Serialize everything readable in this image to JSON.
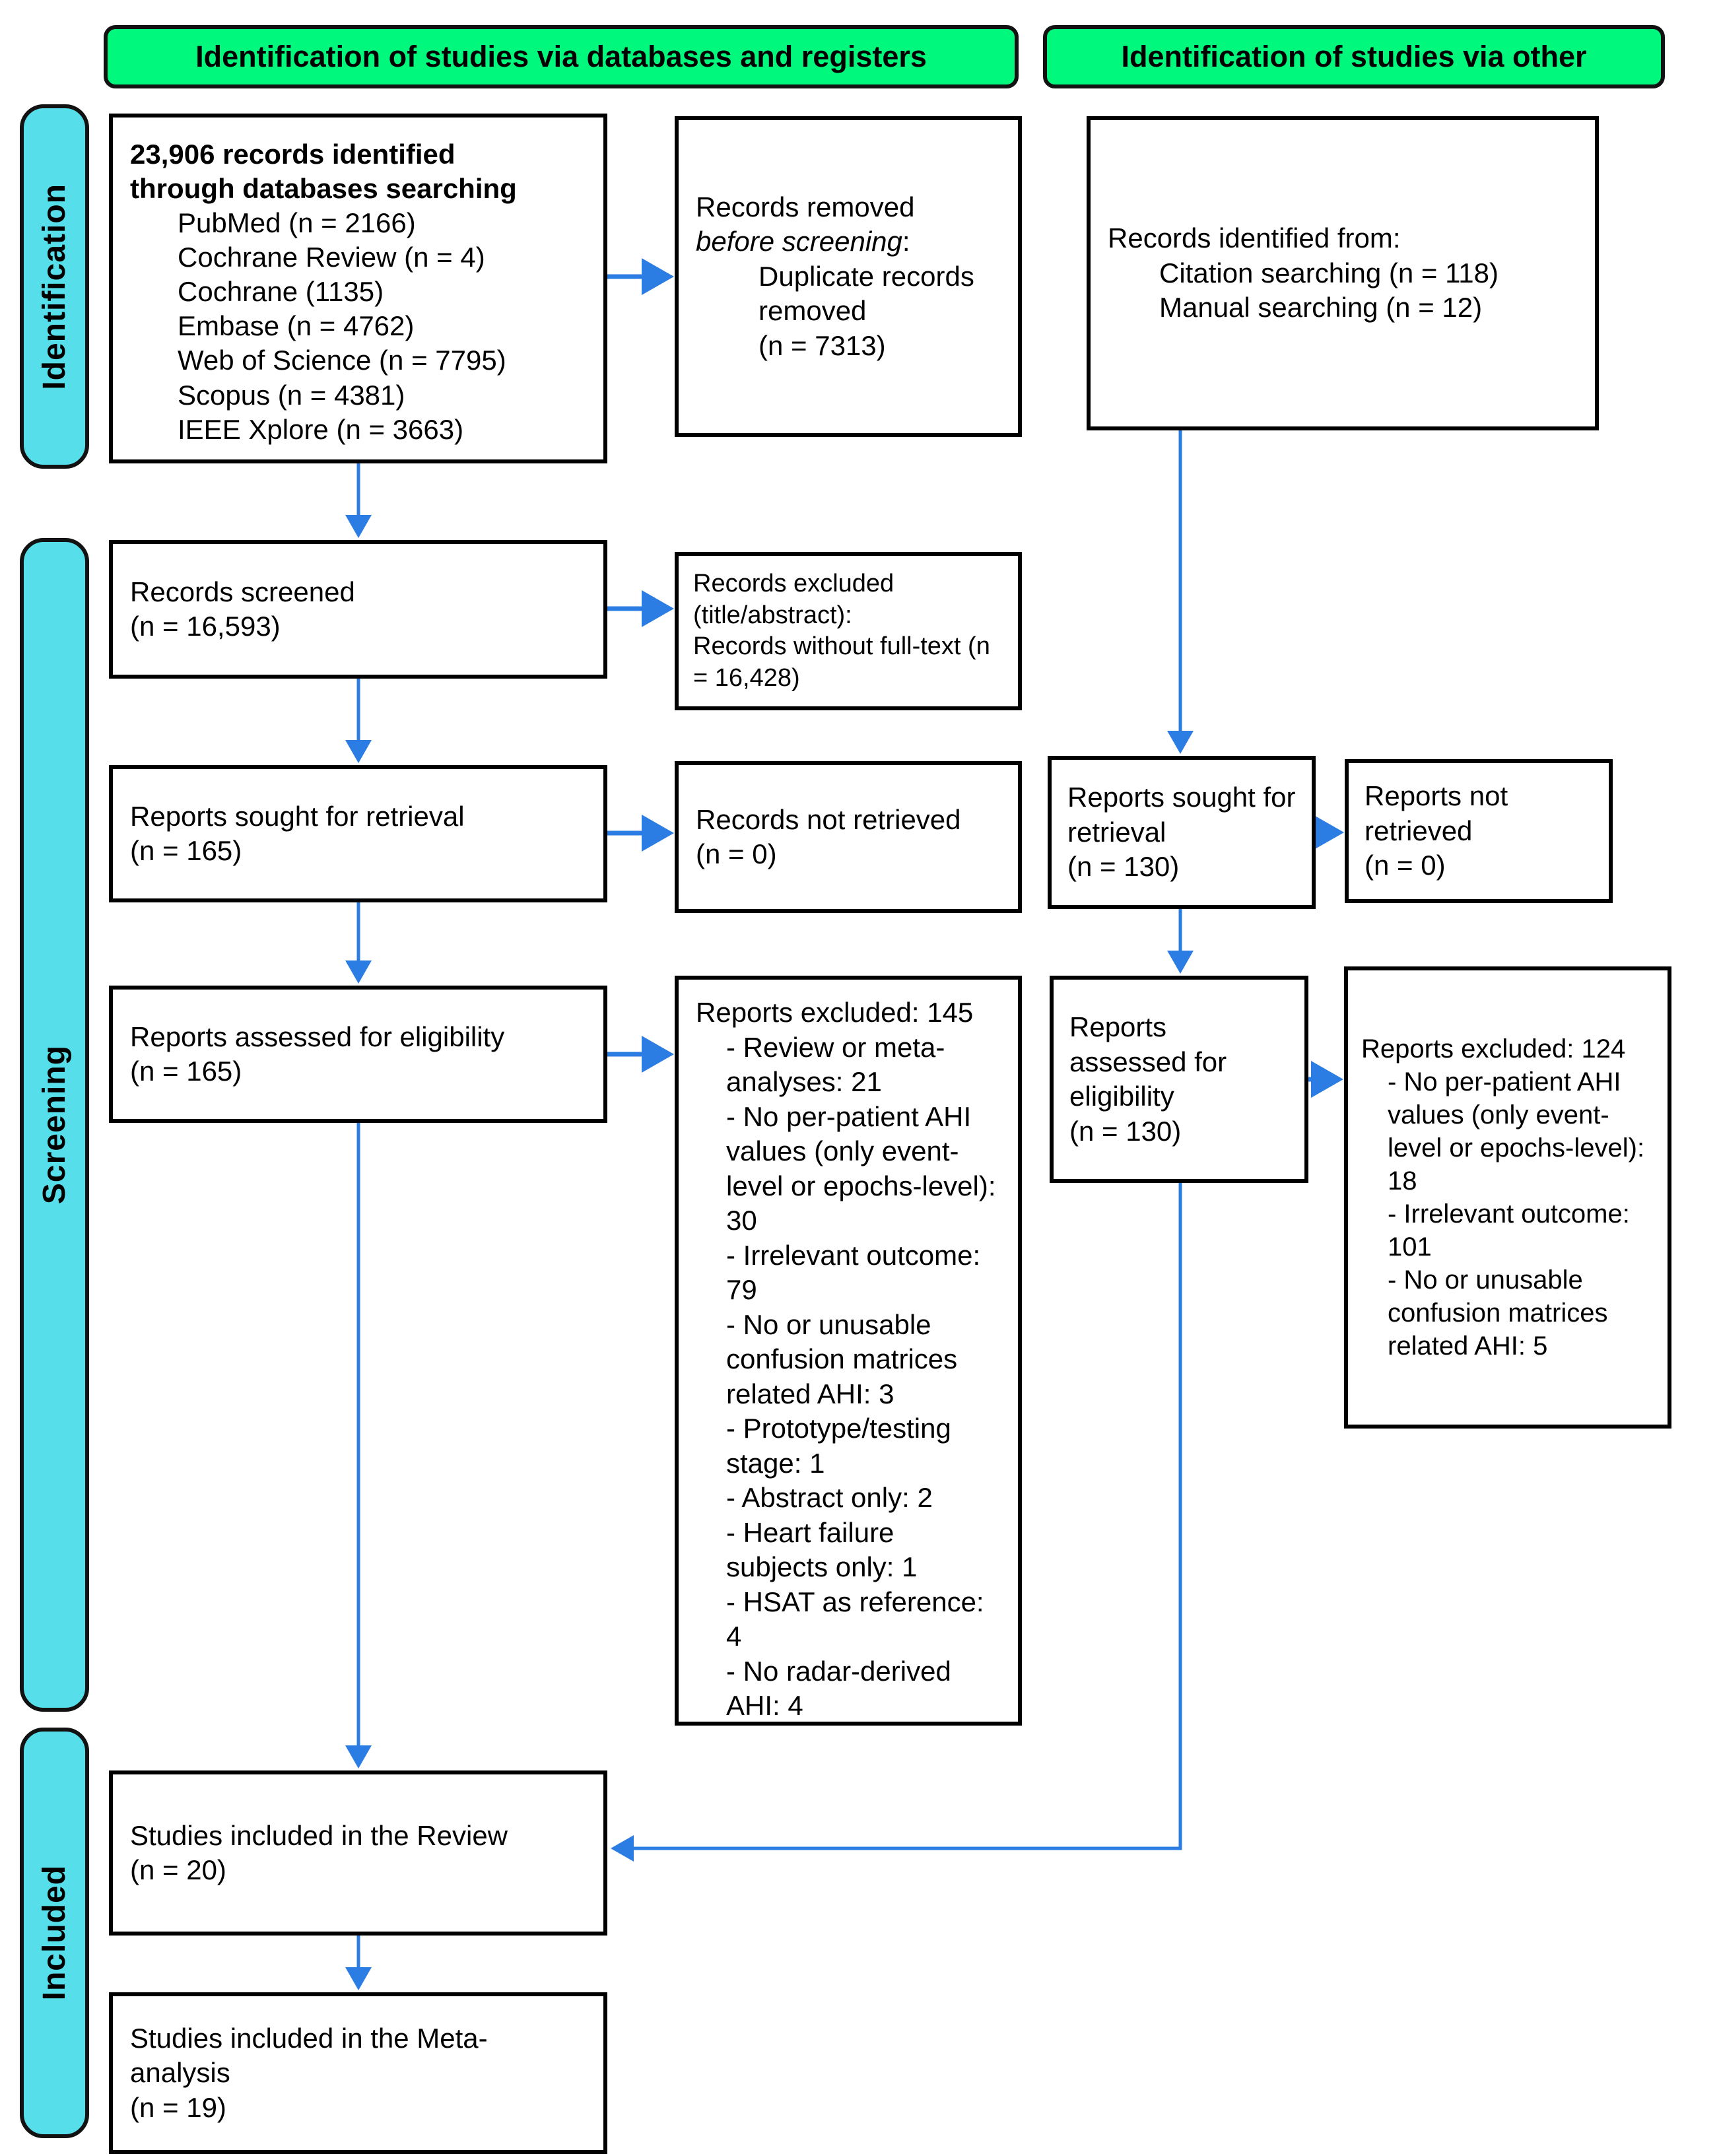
{
  "colors": {
    "header_green": "#00f87d",
    "stage_cyan": "#56dfea",
    "arrow_blue": "#2b7ce3",
    "box_border": "#000000"
  },
  "headers": {
    "databases": "Identification of studies via databases and registers",
    "other": "Identification of studies via other"
  },
  "stages": {
    "identification": "Identification",
    "screening": "Screening",
    "included": "Included"
  },
  "boxes": {
    "identified_databases": {
      "title_line1": "23,906 records identified",
      "title_line2": "through databases searching",
      "sources": [
        "PubMed (n = 2166)",
        "Cochrane Review (n = 4)",
        "Cochrane (1135)",
        "Embase (n = 4762)",
        "Web of Science (n = 7795)",
        "Scopus (n = 4381)",
        "IEEE Xplore (n = 3663)"
      ]
    },
    "removed_before_screening": {
      "lead": "Records removed",
      "lead_italic": "before screening",
      "lead_colon": ":",
      "details": [
        "Duplicate records removed",
        "(n = 7313)"
      ]
    },
    "identified_other": {
      "lead": "Records identified from:",
      "sources": [
        "Citation searching (n = 118)",
        "Manual searching (n = 12)"
      ]
    },
    "records_screened": {
      "lines": [
        "Records screened",
        "(n = 16,593)"
      ]
    },
    "records_excluded_title_abstract": {
      "lines": [
        "Records excluded (title/abstract):",
        "Records without full-text (n = 16,428)"
      ]
    },
    "reports_sought_db": {
      "lines": [
        "Reports sought for retrieval",
        "(n = 165)"
      ]
    },
    "records_not_retrieved_db": {
      "lines": [
        "Records not retrieved",
        "(n = 0)"
      ]
    },
    "reports_sought_other": {
      "lines": [
        "Reports sought for retrieval",
        "(n = 130)"
      ]
    },
    "reports_not_retrieved_other": {
      "lines": [
        "Reports not retrieved",
        "(n = 0)"
      ]
    },
    "reports_assessed_db": {
      "lines": [
        "Reports assessed for eligibility",
        "(n = 165)"
      ]
    },
    "reports_excluded_db": {
      "title": "Reports excluded: 145",
      "reasons": [
        "- Review or meta-analyses: 21",
        "- No per-patient AHI values (only event-level or epochs-level): 30",
        "- Irrelevant outcome: 79",
        "- No or unusable confusion matrices related AHI: 3",
        "- Prototype/testing stage: 1",
        "- Abstract only: 2",
        "- Heart failure subjects only: 1",
        "- HSAT as reference: 4",
        "- No radar-derived AHI: 4"
      ]
    },
    "reports_assessed_other": {
      "lines": [
        "Reports assessed for eligibility",
        "(n = 130)"
      ]
    },
    "reports_excluded_other": {
      "title": "Reports excluded: 124",
      "reasons": [
        "- No per-patient AHI values (only event-level or epochs-level): 18",
        "- Irrelevant outcome: 101",
        "- No or unusable confusion matrices related AHI: 5"
      ]
    },
    "included_review": {
      "lines": [
        "Studies included in the Review",
        "(n = 20)"
      ]
    },
    "included_meta": {
      "lines": [
        "Studies included in the Meta-analysis",
        "(n = 19)"
      ]
    }
  }
}
